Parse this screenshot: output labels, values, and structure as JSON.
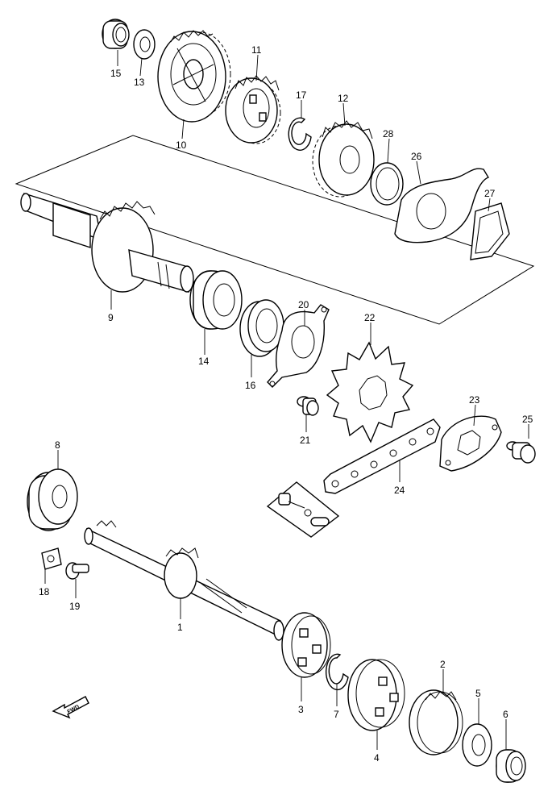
{
  "labels": {
    "p1": "1",
    "p2": "2",
    "p3": "3",
    "p4": "4",
    "p5": "5",
    "p6": "6",
    "p7": "7",
    "p8": "8",
    "p9": "9",
    "p10": "10",
    "p11": "11",
    "p12": "12",
    "p13": "13",
    "p14": "14",
    "p15": "15",
    "p16": "16",
    "p17": "17",
    "p18": "18",
    "p19": "19",
    "p20": "20",
    "p21": "21",
    "p22": "22",
    "p23": "23",
    "p24": "24",
    "p25": "25",
    "p26": "26",
    "p27": "27",
    "p28": "28"
  },
  "fwd_arrow": {
    "text": "FWD"
  }
}
